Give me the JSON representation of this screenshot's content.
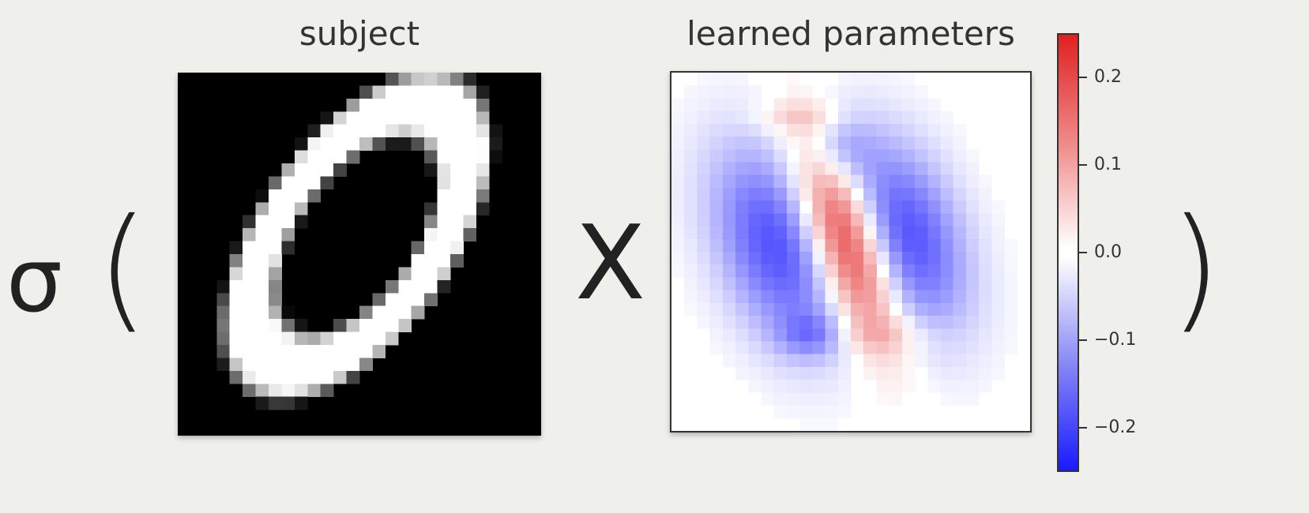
{
  "equation": {
    "sigma": "σ",
    "open_paren": "(",
    "times": "X",
    "close_paren": ")"
  },
  "subject": {
    "label": "subject"
  },
  "parameters": {
    "label": "learned parameters"
  },
  "colorbar": {
    "ticks": [
      "0.2",
      "0.1",
      "0.0",
      "−0.1",
      "−0.2"
    ],
    "tick_values": [
      0.2,
      0.1,
      0.0,
      -0.1,
      -0.2
    ],
    "range": [
      -0.25,
      0.25
    ],
    "colors": {
      "high": "#e02020",
      "mid": "#ffffff",
      "low": "#1a1aff"
    }
  }
}
